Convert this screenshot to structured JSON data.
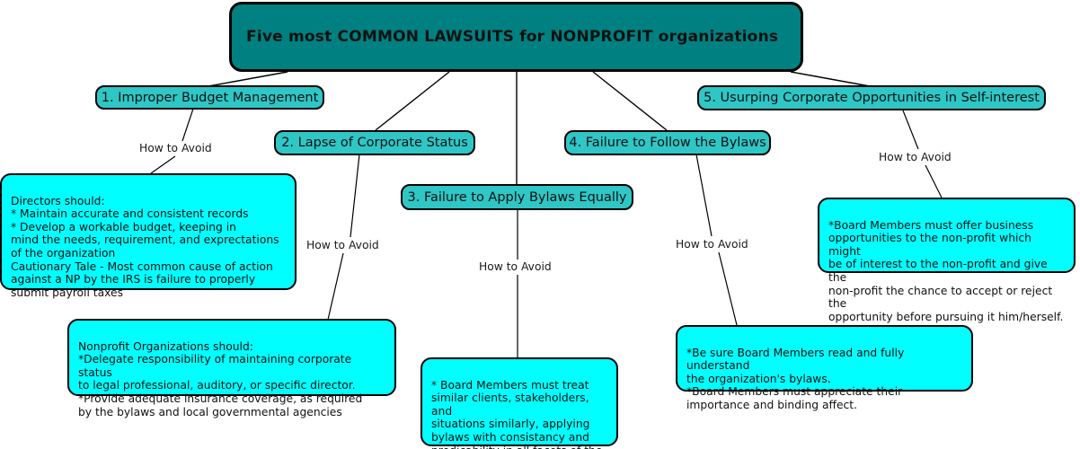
{
  "diagram": {
    "title": "Five most COMMON LAWSUITS for NONPROFIT organizations",
    "colors": {
      "title_fill": "#008080",
      "branch_fill": "#2FC6C6",
      "detail_fill": "#00FFFF",
      "stroke": "#000000",
      "background": "#FFFFFF"
    },
    "edge_labels": {
      "how_to_avoid": "How to Avoid"
    },
    "branches": [
      {
        "id": "branch-1",
        "label": "1. Improper Budget Management",
        "connector_label": "How to Avoid",
        "detail": "Directors should:\n* Maintain accurate and consistent records\n* Develop a workable budget, keeping in\nmind the needs, requirement, and exprectations\nof the organization\nCautionary Tale - Most common cause of action\nagainst a NP by the IRS is failure to properly\nsubmit payroll taxes"
      },
      {
        "id": "branch-2",
        "label": "2. Lapse of Corporate Status",
        "connector_label": "How to Avoid",
        "detail": "Nonprofit Organizations should:\n*Delegate responsibility of maintaining corporate status\nto legal professional, auditory, or specific director.\n*Provide adequate insurance coverage, as required\nby the bylaws and local governmental agencies"
      },
      {
        "id": "branch-3",
        "label": "3. Failure to Apply Bylaws Equally",
        "connector_label": "How to Avoid",
        "detail": "* Board Members must treat\nsimilar clients, stakeholders, and\nsituations similarly, applying\nbylaws with consistancy and\npredicability in all facets of the\norganization."
      },
      {
        "id": "branch-4",
        "label": "4. Failure to Follow the Bylaws",
        "connector_label": "How to Avoid",
        "detail": "*Be sure Board Members read and fully understand\nthe organization's bylaws.\n*Board Members must appreciate their\nimportance and binding affect."
      },
      {
        "id": "branch-5",
        "label": "5. Usurping Corporate Opportunities in Self-interest",
        "connector_label": "How to Avoid",
        "detail": "*Board Members must offer business\nopportunities to the non-profit which might\nbe of interest to the non-profit and give the\nnon-profit the chance to accept or reject the\nopportunity before pursuing it him/herself."
      }
    ]
  }
}
